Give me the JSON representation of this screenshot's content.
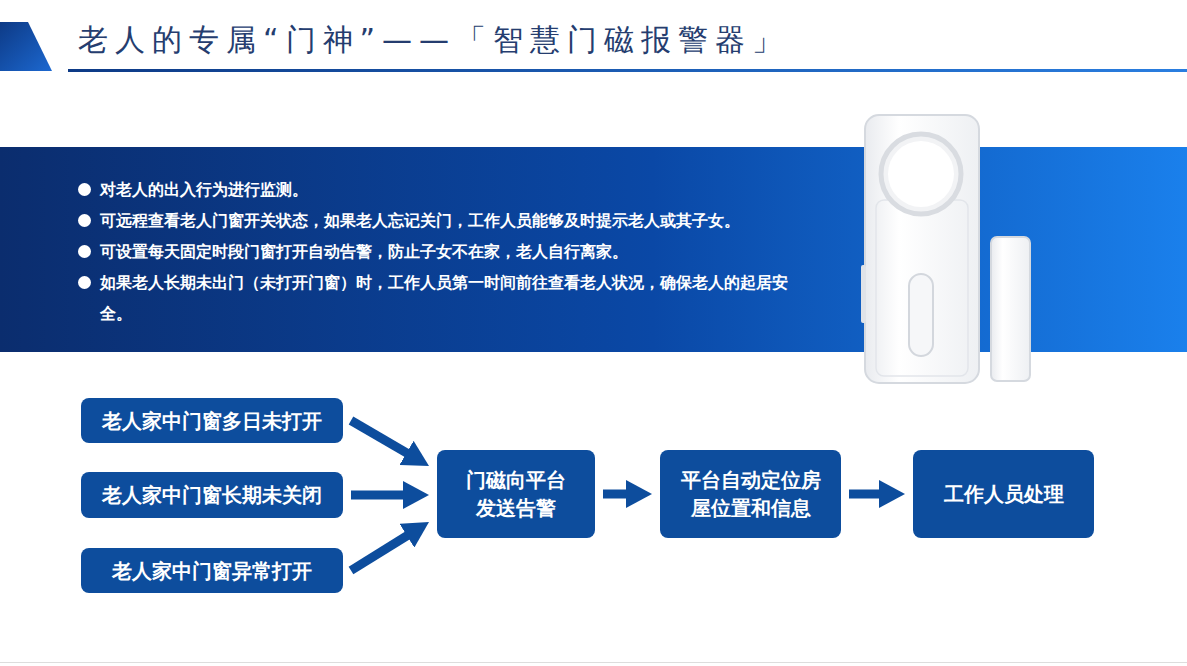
{
  "diagram": {
    "title": "老人的专属“门神”——「智慧门磁报警器」",
    "nodes": [
      {
        "text": [
          "对老人的出入行为进行监测。",
          "可远程查看老人门窗开关状态，如果老人忘记关门，工作人员能够及时提示老人或其子女。",
          "可设置每天固定时段门窗打开自动告警，防止子女不在家，老人自行离家。",
          "如果老人长期未出门（未打开门窗）时，工作人员第一时间前往查看老人状况，确保老人的起居安全。"
        ]
      },
      {
        "text": [
          "老人家中门窗多日未打开"
        ]
      },
      {
        "text": [
          "老人家中门窗长期未关闭"
        ]
      },
      {
        "text": [
          "老人家中门窗异常打开"
        ]
      },
      {
        "text": [
          "门磁向平台发送告警"
        ]
      },
      {
        "text": [
          "平台自动定位房屋位置和信息"
        ]
      },
      {
        "text": [
          "工作人员处理"
        ]
      }
    ],
    "edges": [
      {
        "from": 1,
        "to": 4,
        "arrow": "to"
      },
      {
        "from": 2,
        "to": 4,
        "arrow": "to"
      },
      {
        "from": 3,
        "to": 4,
        "arrow": "to"
      },
      {
        "from": 4,
        "to": 5,
        "arrow": "to"
      },
      {
        "from": 5,
        "to": 6,
        "arrow": "to"
      }
    ]
  }
}
